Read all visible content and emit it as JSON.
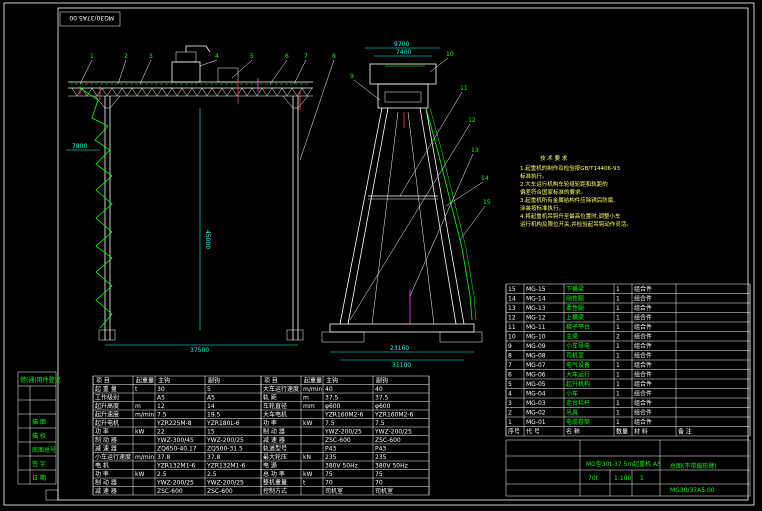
{
  "title_block": {
    "drawing_no": "MG30/37A5.00",
    "drawing_title": "总图(不带扇形臂)",
    "company": "MG型30t-37.5m起重机 A5",
    "scale": "1:100",
    "sheet": "1",
    "weight": "70t"
  },
  "dimensions": {
    "span": "37500",
    "cantilever": "7800",
    "height": "45000",
    "trolley_gauge_outer": "9700",
    "trolley_gauge_inner": "7400",
    "base_outer": "31100",
    "base_inner": "23160"
  },
  "callouts": [
    "1",
    "2",
    "3",
    "4",
    "5",
    "6",
    "7",
    "8",
    "9",
    "10",
    "11",
    "12",
    "13",
    "14",
    "15"
  ],
  "tech_notes": {
    "heading": "技 术 要 求",
    "lines": [
      "1.起重机的制作及检验按GB/T14406-93",
      "  标准执行。",
      "2.大车运行机构车轮组轮距和轨距的",
      "  偏差符合国家标准的要求。",
      "3.起重机所有金属结构件应除锈后防腐,",
      "  涂装按标准执行。",
      "4.将起重机吊钩升至最高位置时,调整小车",
      "  运行机构及限位开关,并检验起吊钩动作灵活。"
    ]
  },
  "left_strip": [
    "借(通)用件登记",
    "",
    "描 图",
    "描 校",
    "底图总号",
    "签 字",
    "日 期"
  ],
  "params": {
    "header": [
      "项 目",
      "起重量",
      "主钩",
      "副钩"
    ],
    "rows": [
      [
        "起 重 量",
        "t",
        "30",
        "5"
      ],
      [
        "工作级别",
        "",
        "A5",
        "A5"
      ],
      [
        "起升高度",
        "m",
        "12",
        "14"
      ],
      [
        "起升速度",
        "m/min",
        "7.5",
        "19.5"
      ],
      [
        "起升电机",
        "",
        "YZR225M-8",
        "YZR180L-6"
      ],
      [
        "功 率",
        "kW",
        "22",
        "15"
      ],
      [
        "制 动 器",
        "",
        "YWZ-300/45",
        "YWZ-200/25"
      ],
      [
        "减 速 器",
        "",
        "ZQ650-40.17",
        "ZQ500-31.5"
      ],
      [
        "小车运行速度",
        "m/min",
        "37.8",
        "37.8"
      ],
      [
        "电 机",
        "",
        "YZR132M1-6",
        "YZR132M1-6"
      ],
      [
        "功 率",
        "kW",
        "2.5",
        "2.5"
      ],
      [
        "制 动 器",
        "",
        "YWZ-200/25",
        "YWZ-200/25"
      ],
      [
        "减 速 器",
        "",
        "ZSC-600",
        "ZSC-600"
      ]
    ],
    "rows2": [
      [
        "大车运行速度",
        "m/min",
        "40",
        "40"
      ],
      [
        "轨 距",
        "m",
        "37.5",
        "37.5"
      ],
      [
        "车轮直径",
        "mm",
        "φ600",
        "φ600"
      ],
      [
        "大车电机",
        "",
        "YZR160M2-6",
        "YZR160M2-6"
      ],
      [
        "功 率",
        "kW",
        "7.5",
        "7.5"
      ],
      [
        "制 动 器",
        "",
        "YWZ-200/25",
        "YWZ-200/25"
      ],
      [
        "减 速 器",
        "",
        "ZSC-600",
        "ZSC-600"
      ],
      [
        "轨道型号",
        "",
        "P43",
        "P43"
      ],
      [
        "最大轮压",
        "kN",
        "235",
        "235"
      ],
      [
        "电 源",
        "",
        "380V 50Hz",
        "380V 50Hz"
      ],
      [
        "总 功 率",
        "kW",
        "75",
        "75"
      ],
      [
        "整机重量",
        "t",
        "70",
        "70"
      ],
      [
        "控制方式",
        "",
        "司机室",
        "司机室"
      ]
    ]
  },
  "bom": {
    "header": [
      "序号",
      "代 号",
      "名 称",
      "数量",
      "材 料",
      "备 注"
    ],
    "rows": [
      [
        "15",
        "MG-15",
        "下横梁",
        "1",
        "组合件",
        ""
      ],
      [
        "14",
        "MG-14",
        "刚性腿",
        "1",
        "组合件",
        ""
      ],
      [
        "13",
        "MG-13",
        "柔性腿",
        "1",
        "组合件",
        ""
      ],
      [
        "12",
        "MG-12",
        "上横梁",
        "1",
        "组合件",
        ""
      ],
      [
        "11",
        "MG-11",
        "梯子平台",
        "1",
        "组合件",
        ""
      ],
      [
        "10",
        "MG-10",
        "主梁",
        "2",
        "组合件",
        ""
      ],
      [
        "9",
        "MG-09",
        "小车导电",
        "1",
        "组合件",
        ""
      ],
      [
        "8",
        "MG-08",
        "司机室",
        "1",
        "组合件",
        ""
      ],
      [
        "7",
        "MG-07",
        "电气设备",
        "1",
        "组合件",
        ""
      ],
      [
        "6",
        "MG-06",
        "大车运行",
        "1",
        "组合件",
        ""
      ],
      [
        "5",
        "MG-05",
        "起升机构",
        "1",
        "组合件",
        ""
      ],
      [
        "4",
        "MG-04",
        "小车",
        "1",
        "组合件",
        ""
      ],
      [
        "3",
        "MG-03",
        "走台栏杆",
        "1",
        "组合件",
        ""
      ],
      [
        "2",
        "MG-02",
        "吊具",
        "1",
        "组合件",
        ""
      ],
      [
        "1",
        "MG-01",
        "电缆卷筒",
        "1",
        "组合件",
        ""
      ]
    ]
  }
}
